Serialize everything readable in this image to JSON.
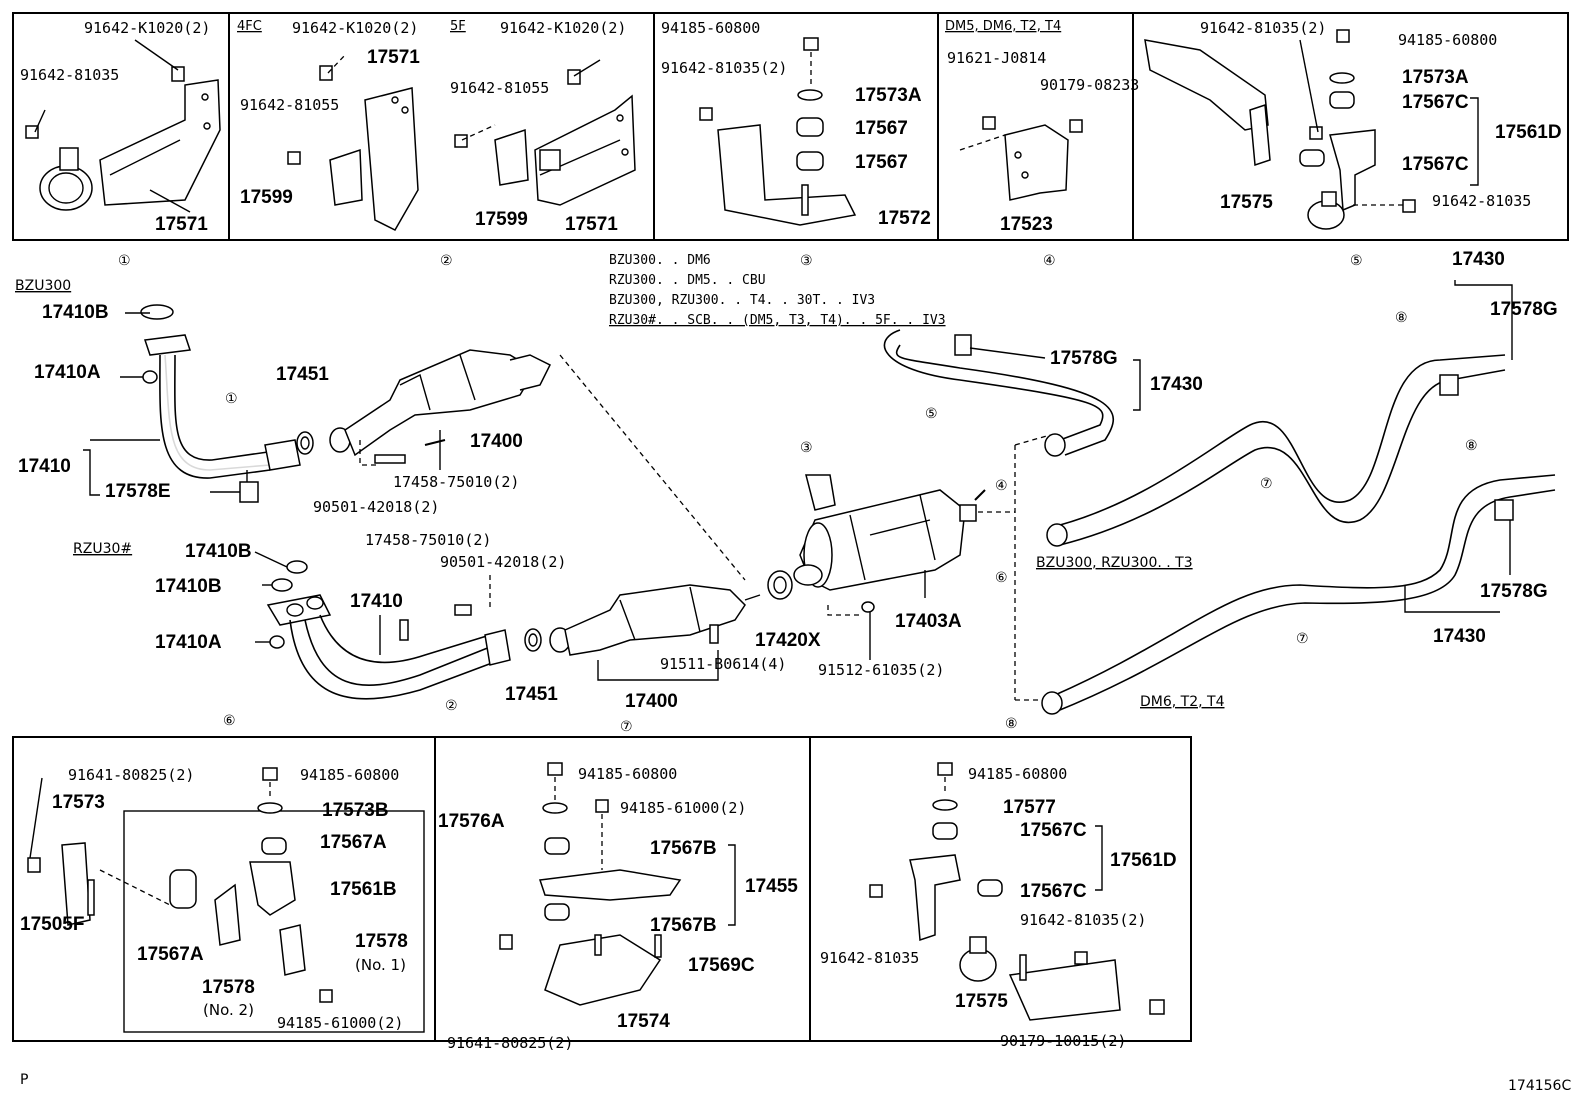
{
  "diagram_id": "174156C",
  "corner_mark": "P",
  "circle_numbers": [
    "①",
    "②",
    "③",
    "④",
    "⑤",
    "⑥",
    "⑦",
    "⑧"
  ],
  "variants": {
    "v_4fc": "4FC",
    "v_5f": "5F",
    "v_dm5": "DM5, DM6, T2, T4",
    "bzu300": "BZU300",
    "rzu30": "RZU30#",
    "bzu_rzu_t3": "BZU300, RZU300. . T3",
    "dm6_t2_t4": "DM6, T2, T4"
  },
  "applicability_notes": [
    "BZU300. . DM6",
    "RZU300. . DM5. . CBU",
    "BZU300, RZU300. . T4. . 30T. . IV3",
    "RZU30#. . SCB. . (DM5, T3, T4). . 5F. . IV3"
  ],
  "parts": {
    "p91642k1020_2": "91642-K1020(2)",
    "p91642_81035": "91642-81035",
    "p91642_81035_2": "91642-81035(2)",
    "p91642_81055": "91642-81055",
    "p17571": "17571",
    "p17599": "17599",
    "p94185_60800": "94185-60800",
    "p17573a": "17573A",
    "p17567": "17567",
    "p17572": "17572",
    "p91621_j0814": "91621-J0814",
    "p90179_08233": "90179-08233",
    "p17523": "17523",
    "p17567c": "17567C",
    "p17561d": "17561D",
    "p17575": "17575",
    "p17410b": "17410B",
    "p17410a": "17410A",
    "p17410": "17410",
    "p17578e": "17578E",
    "p17451": "17451",
    "p17400": "17400",
    "p17458_75010_2": "17458-75010(2)",
    "p90501_42018_2": "90501-42018(2)",
    "p17578g": "17578G",
    "p17430": "17430",
    "p17420x": "17420X",
    "p17403a": "17403A",
    "p91512_61035_2": "91512-61035(2)",
    "p91511_b0614_4": "91511-B0614(4)",
    "p91641_80825_2": "91641-80825(2)",
    "p17573": "17573",
    "p17573b": "17573B",
    "p17567a": "17567A",
    "p17561b": "17561B",
    "p17578": "17578",
    "p_no1": "(No. 1)",
    "p_no2": "(No. 2)",
    "p17505f": "17505F",
    "p94185_61000_2": "94185-61000(2)",
    "p17576a": "17576A",
    "p17567b": "17567B",
    "p17455": "17455",
    "p17569c": "17569C",
    "p17574": "17574",
    "p17577": "17577",
    "p90179_10015_2": "90179-10015(2)"
  }
}
